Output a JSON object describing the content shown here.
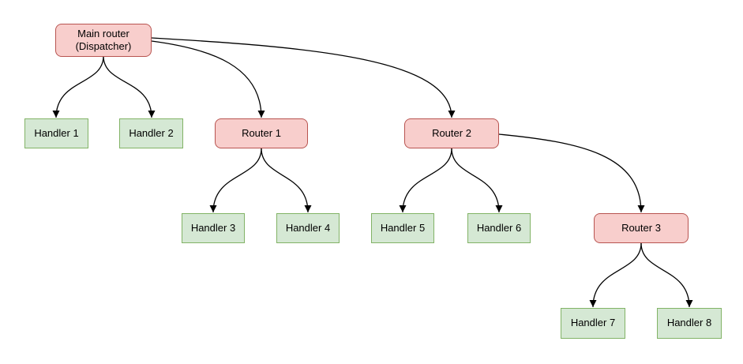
{
  "diagram": {
    "type": "tree",
    "background": "#ffffff",
    "colors": {
      "router_fill": "#f8cecc",
      "router_border": "#b85450",
      "handler_fill": "#d5e8d4",
      "handler_border": "#82b366",
      "edge": "#000000",
      "text": "#000000"
    },
    "nodes": {
      "main": {
        "label": "Main router\n(Dispatcher)",
        "type": "router"
      },
      "r1": {
        "label": "Router 1",
        "type": "router"
      },
      "r2": {
        "label": "Router 2",
        "type": "router"
      },
      "r3": {
        "label": "Router 3",
        "type": "router"
      },
      "h1": {
        "label": "Handler 1",
        "type": "handler"
      },
      "h2": {
        "label": "Handler 2",
        "type": "handler"
      },
      "h3": {
        "label": "Handler 3",
        "type": "handler"
      },
      "h4": {
        "label": "Handler 4",
        "type": "handler"
      },
      "h5": {
        "label": "Handler 5",
        "type": "handler"
      },
      "h6": {
        "label": "Handler 6",
        "type": "handler"
      },
      "h7": {
        "label": "Handler 7",
        "type": "handler"
      },
      "h8": {
        "label": "Handler 8",
        "type": "handler"
      }
    },
    "edges": [
      {
        "from": "main",
        "to": "h1"
      },
      {
        "from": "main",
        "to": "h2"
      },
      {
        "from": "main",
        "to": "r1"
      },
      {
        "from": "main",
        "to": "r2"
      },
      {
        "from": "r1",
        "to": "h3"
      },
      {
        "from": "r1",
        "to": "h4"
      },
      {
        "from": "r2",
        "to": "h5"
      },
      {
        "from": "r2",
        "to": "h6"
      },
      {
        "from": "r2",
        "to": "r3"
      },
      {
        "from": "r3",
        "to": "h7"
      },
      {
        "from": "r3",
        "to": "h8"
      }
    ]
  }
}
